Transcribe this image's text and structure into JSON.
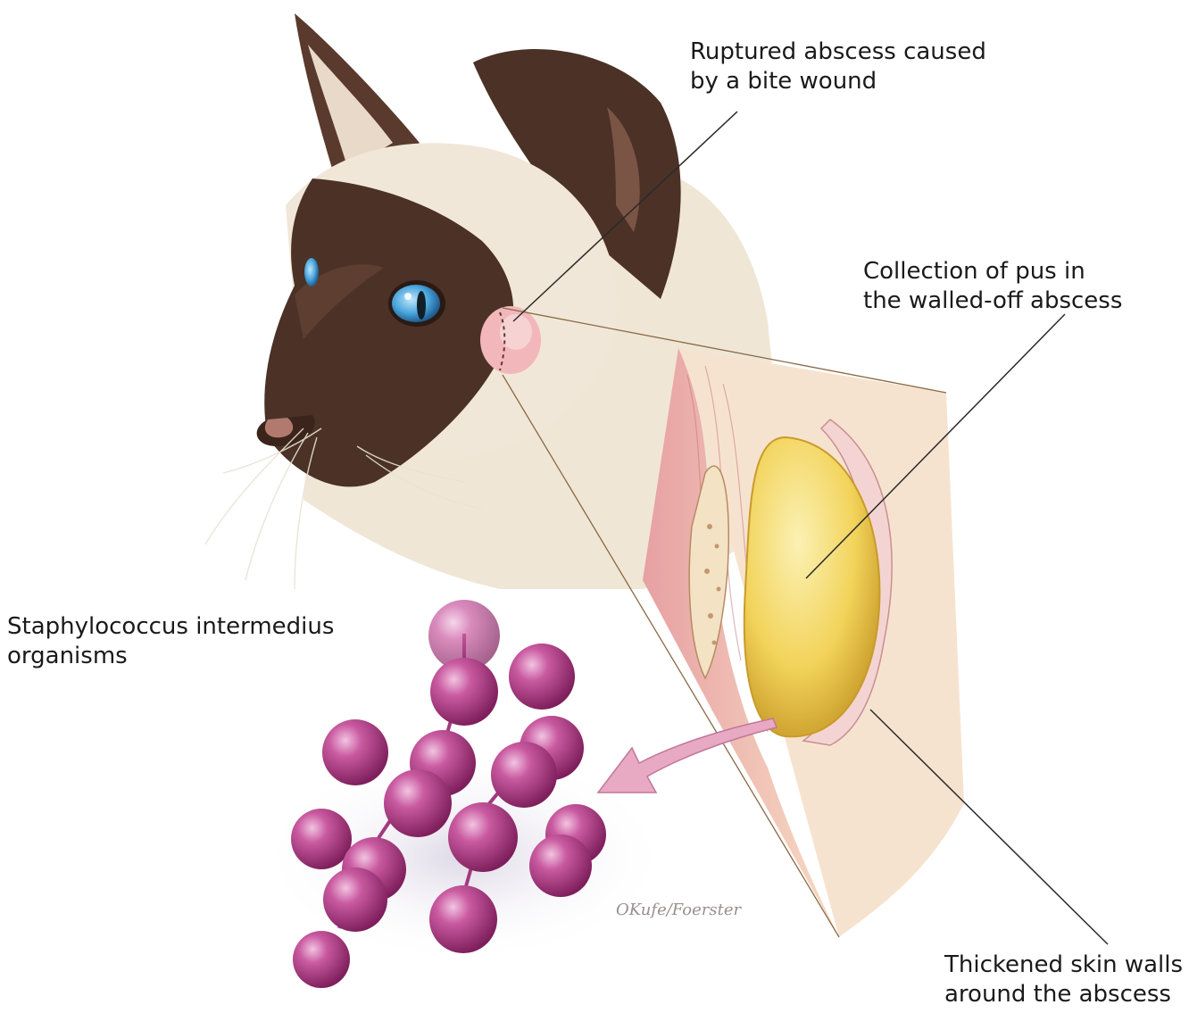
{
  "labels": {
    "bite_wound": {
      "line1": "Ruptured abscess caused",
      "line2": "by a bite wound"
    },
    "pus": {
      "line1": "Collection of pus in",
      "line2": "the walled-off abscess"
    },
    "staph": {
      "line1": "Staphylococcus intermedius",
      "line2": "organisms"
    },
    "skin_walls": {
      "line1": "Thickened skin walls",
      "line2": "around the abscess"
    }
  },
  "signature": "OKufe/Foerster",
  "colors": {
    "fur_light": "#efe6d6",
    "fur_dark": "#4b3126",
    "eye": "#4aa6dc",
    "pus": "#f2d35a",
    "bacteria": "#b8428c",
    "tissue_pink": "#e7a6aa",
    "leader_line": "#2a2a2a",
    "arrow": "#e8a9c3"
  }
}
